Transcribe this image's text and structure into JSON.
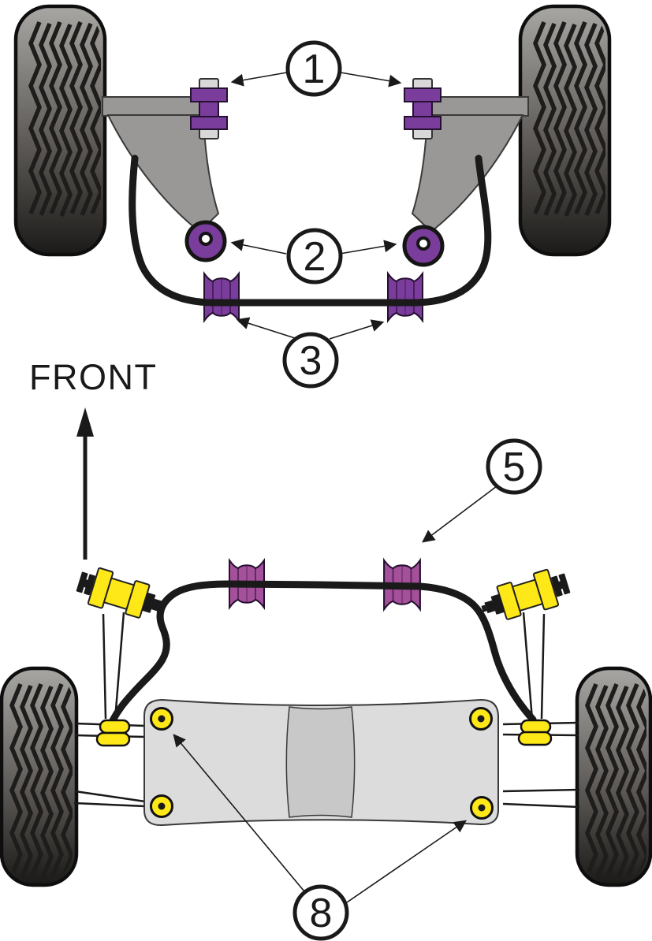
{
  "front_direction_label": "FRONT",
  "callouts": {
    "c1": {
      "number": "1"
    },
    "c2": {
      "number": "2"
    },
    "c3": {
      "number": "3"
    },
    "c5": {
      "number": "5"
    },
    "c8": {
      "number": "8"
    }
  },
  "colors": {
    "ink": "#1a1a1a",
    "front_purple": "#7b3d9c",
    "rear_magenta": "#a4509a",
    "part_yellow": "#ffe818",
    "arm_gray": "#9a9896",
    "subframe_gray": "#dcdcdc",
    "subframe_center": "#c8c8c8",
    "nut_gray": "#d8d8d8",
    "tire_top": "#a8a6a3",
    "tire_mid": "#5d5a57",
    "tire_bottom": "#1c1a18"
  }
}
